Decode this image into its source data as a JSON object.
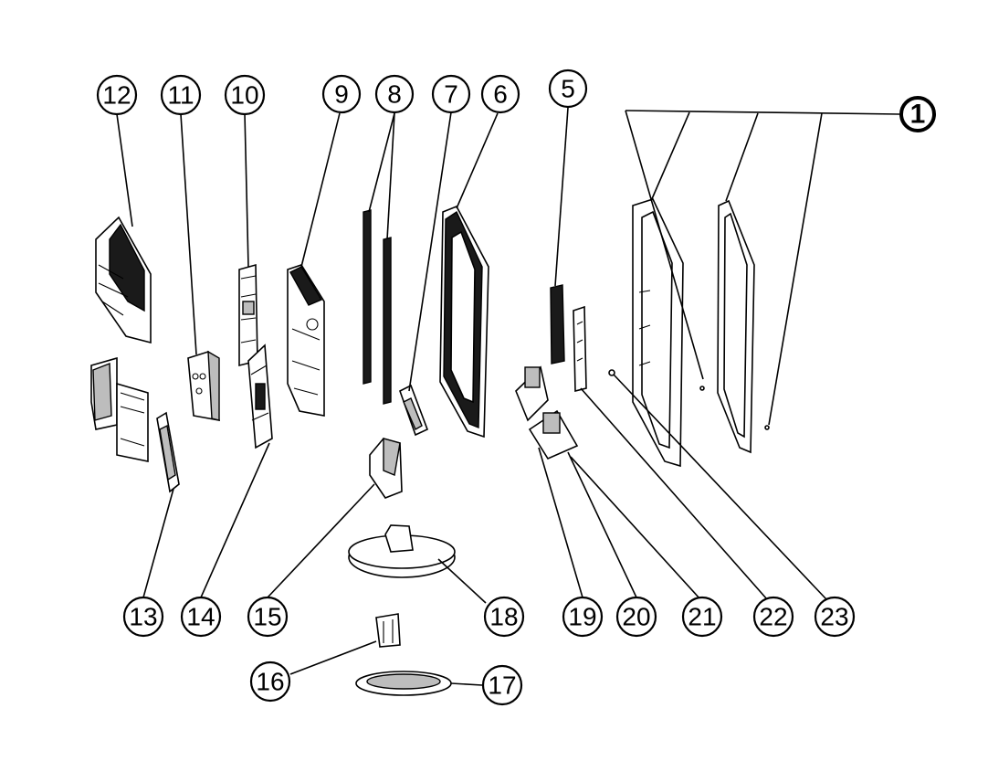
{
  "callouts": [
    {
      "id": "c1",
      "label": "1"
    },
    {
      "id": "c5",
      "label": "5"
    },
    {
      "id": "c6",
      "label": "6"
    },
    {
      "id": "c7",
      "label": "7"
    },
    {
      "id": "c8",
      "label": "8"
    },
    {
      "id": "c9",
      "label": "9"
    },
    {
      "id": "c10",
      "label": "10"
    },
    {
      "id": "c11",
      "label": "11"
    },
    {
      "id": "c12",
      "label": "12"
    },
    {
      "id": "c13",
      "label": "13"
    },
    {
      "id": "c14",
      "label": "14"
    },
    {
      "id": "c15",
      "label": "15"
    },
    {
      "id": "c16",
      "label": "16"
    },
    {
      "id": "c17",
      "label": "17"
    },
    {
      "id": "c18",
      "label": "18"
    },
    {
      "id": "c19",
      "label": "19"
    },
    {
      "id": "c20",
      "label": "20"
    },
    {
      "id": "c21",
      "label": "21"
    },
    {
      "id": "c22",
      "label": "22"
    },
    {
      "id": "c23",
      "label": "23"
    }
  ],
  "colors": {
    "line": "#000000",
    "background": "#ffffff",
    "fill_dark": "#1a1a1a",
    "fill_gray": "#bdbdbd"
  }
}
